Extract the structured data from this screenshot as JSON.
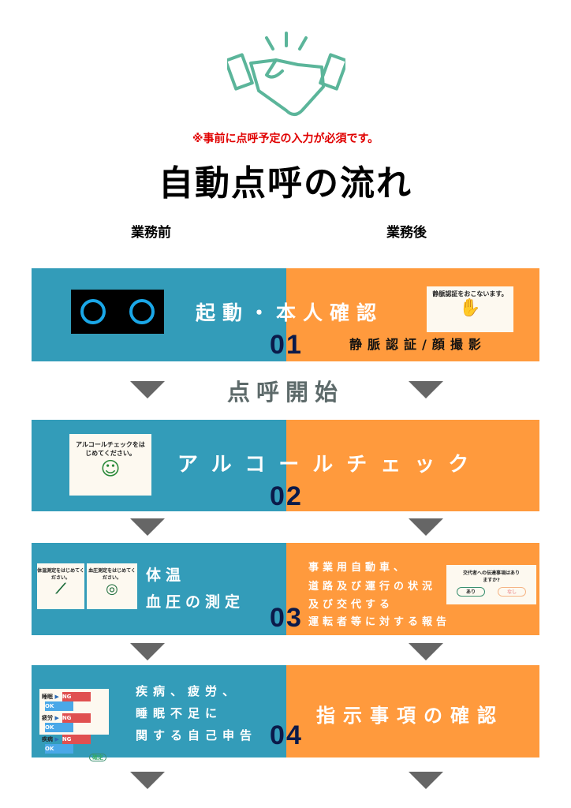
{
  "header": {
    "note": "※事前に点呼予定の入力が必須です。",
    "title": "自動点呼の流れ",
    "before": "業務前",
    "after": "業務後",
    "icon": "handshake-icon"
  },
  "start_label": "点呼開始",
  "steps": [
    {
      "num_left": "0",
      "num_right": "1",
      "title": "起動・本人確認",
      "sub": "静脈認証/顔撮影",
      "card": "静脈認証をおこないます。"
    },
    {
      "num_left": "0",
      "num_right": "2",
      "title": "アルコールチェック",
      "card": "アルコールチェックをはじめてください。"
    },
    {
      "num_left": "0",
      "num_right": "3",
      "left_lines": [
        "体温",
        "血圧の測定"
      ],
      "card_a": "体温測定をはじめてください。",
      "card_b": "血圧測定をはじめてください。",
      "right_lines": [
        "事業用自動車、",
        "道路及び運行の状況",
        "及び交代する",
        "運転者等に対する報告"
      ],
      "dialog": {
        "text": "交代者への伝達事項はありますか?",
        "yes": "あり",
        "no": "なし"
      }
    },
    {
      "num_left": "0",
      "num_right": "4",
      "left_lines": [
        "疾病、疲労、",
        "睡眠不足に",
        "関する自己申告"
      ],
      "right_title": "指示事項の確認",
      "form": {
        "rows": [
          "睡眠",
          "疲労",
          "疾病"
        ],
        "ng": "NG",
        "ok": "OK",
        "confirm": "確定"
      }
    }
  ],
  "colors": {
    "teal": "#339cb9",
    "orange": "#ff9a3d",
    "number": "#0b1a4a"
  }
}
